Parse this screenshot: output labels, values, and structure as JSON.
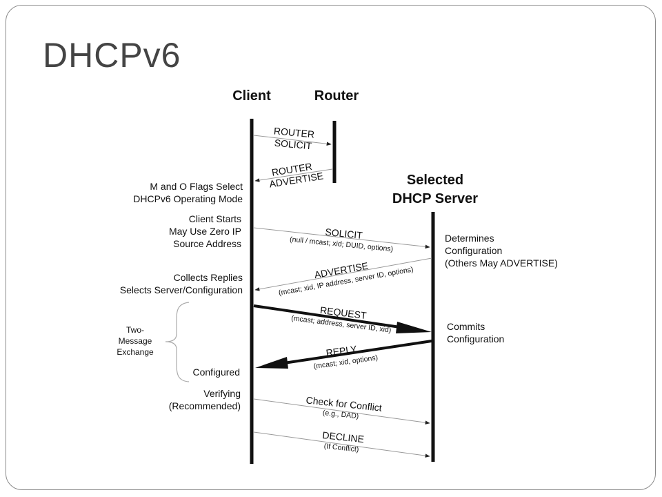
{
  "slide": {
    "title": "DHCPv6"
  },
  "lanes": {
    "client": "Client",
    "router": "Router",
    "server_line1": "Selected",
    "server_line2": "DHCP Server"
  },
  "messages": {
    "router_solicit": {
      "line1": "ROUTER",
      "line2": "SOLICIT"
    },
    "router_advertise": {
      "line1": "ROUTER",
      "line2": "ADVERTISE"
    },
    "solicit": {
      "label": "SOLICIT",
      "detail": "(null / mcast; xid; DUID, options)"
    },
    "advertise": {
      "label": "ADVERTISE",
      "detail": "(mcast; xid, IP address, server ID, options)"
    },
    "request": {
      "label": "REQUEST",
      "detail": "(mcast; address, server ID, xid)"
    },
    "reply": {
      "label": "REPLY",
      "detail": "(mcast; xid, options)"
    },
    "check": {
      "label": "Check for Conflict",
      "detail": "(e.g., DAD)"
    },
    "decline": {
      "label": "DECLINE",
      "detail": "(If Conflict)"
    }
  },
  "client_notes": {
    "flags": [
      "M and O Flags Select",
      "DHCPv6 Operating Mode"
    ],
    "starts": [
      "Client Starts",
      "May Use Zero IP",
      "Source Address"
    ],
    "collects": [
      "Collects Replies",
      "Selects Server/Configuration"
    ],
    "configured": "Configured",
    "verifying": [
      "Verifying",
      "(Recommended)"
    ]
  },
  "server_notes": {
    "determines": [
      "Determines",
      "Configuration",
      "(Others May ADVERTISE)"
    ],
    "commits": [
      "Commits",
      "Configuration"
    ]
  },
  "brace": {
    "lines": [
      "Two-",
      "Message",
      "Exchange"
    ]
  },
  "colors": {
    "line": "#111111",
    "thin_arrow": "#999999",
    "brace": "#aaaaaa",
    "title": "#444444"
  }
}
